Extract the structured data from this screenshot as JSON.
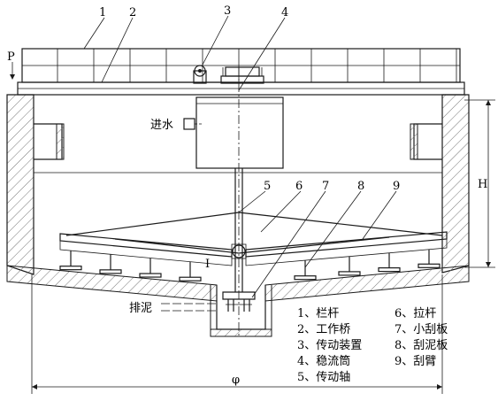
{
  "callouts": [
    "1",
    "2",
    "3",
    "4",
    "5",
    "6",
    "7",
    "8",
    "9"
  ],
  "side_labels": {
    "p": "P",
    "inlet": "进水",
    "height": "H",
    "detail": "I",
    "sludge": "排泥",
    "diameter": "φ"
  },
  "legend": [
    "1、栏杆",
    "2、工作桥",
    "3、传动装置",
    "4、稳流筒",
    "5、传动轴",
    "6、拉杆",
    "7、小刮板",
    "8、刮泥板",
    "9、刮臂"
  ]
}
